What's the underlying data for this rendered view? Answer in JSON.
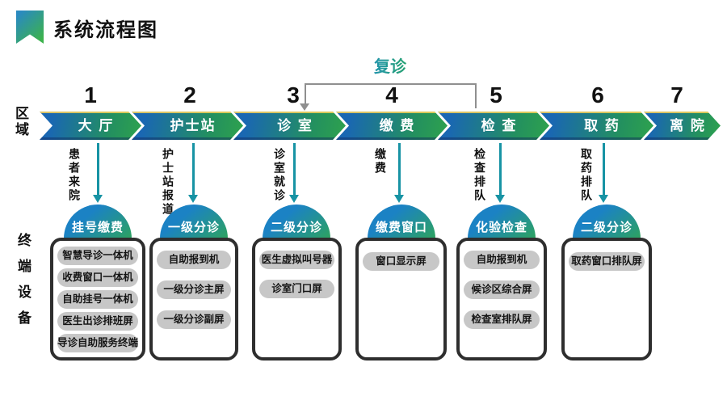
{
  "header": {
    "title": "系统流程图"
  },
  "side_labels": {
    "zone": "区域",
    "terminal": "终端设备"
  },
  "revisit": {
    "label": "复诊"
  },
  "flow": {
    "steps": [
      {
        "num": "1",
        "zone": "大 厅",
        "action": "患者来院",
        "station": "挂号缴费",
        "devices": [
          "智慧导诊一体机",
          "收费窗口一体机",
          "自助挂号一体机",
          "医生出诊排班屏",
          "导诊自助服务终端"
        ]
      },
      {
        "num": "2",
        "zone": "护士站",
        "action": "护士站报道",
        "station": "一级分诊",
        "devices": [
          "自助报到机",
          "一级分诊主屏",
          "一级分诊副屏"
        ]
      },
      {
        "num": "3",
        "zone": "诊 室",
        "action": "诊室就诊",
        "station": "二级分诊",
        "devices": [
          "医生虚拟叫号器",
          "诊室门口屏"
        ]
      },
      {
        "num": "4",
        "zone": "缴 费",
        "action": "缴费",
        "station": "缴费窗口",
        "devices": [
          "窗口显示屏"
        ]
      },
      {
        "num": "5",
        "zone": "检 查",
        "action": "检查排队",
        "station": "化验检查",
        "devices": [
          "自助报到机",
          "候诊区综合屏",
          "检查室排队屏"
        ]
      },
      {
        "num": "6",
        "zone": "取 药",
        "action": "取药排队",
        "station": "二级分诊",
        "devices": [
          "取药窗口排队屏"
        ]
      },
      {
        "num": "7",
        "zone": "离 院"
      }
    ]
  },
  "colors": {
    "chevron_blue": "#1a67b2",
    "chevron_green": "#2ea24d",
    "dome_blue": "#1b82c4",
    "dome_green": "#2fa655",
    "flow_arrow": "#1793a4",
    "bracket_gray": "#8f8f8f",
    "pill_gray": "#c7c7c7"
  }
}
